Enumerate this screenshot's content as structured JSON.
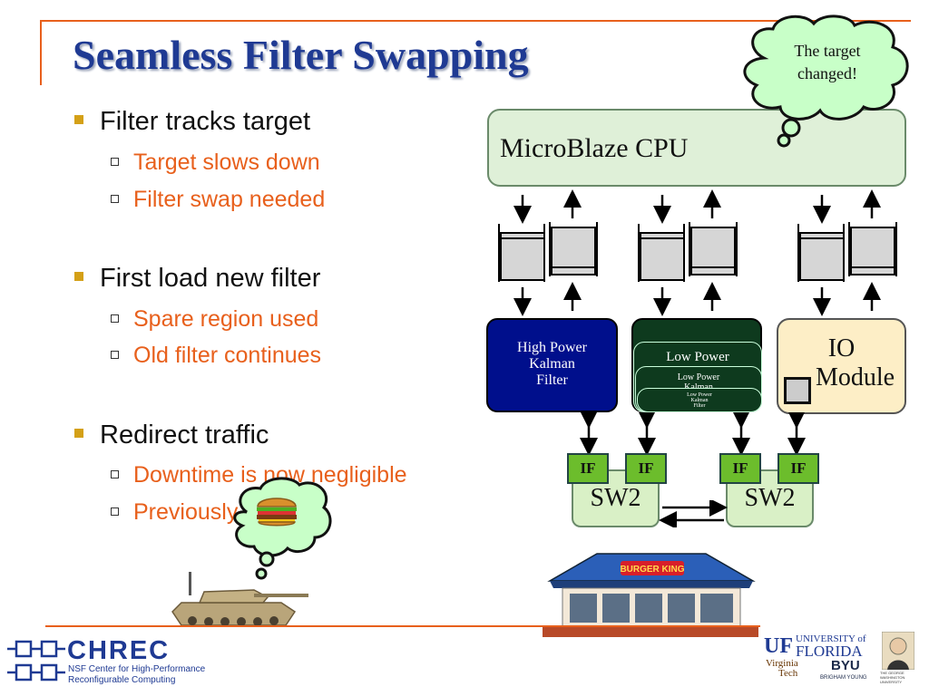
{
  "slide": {
    "title": "Seamless Filter Swapping",
    "bullets": [
      {
        "text": "Filter tracks target",
        "subs": [
          "Target slows down",
          "Filter swap needed"
        ]
      },
      {
        "text": "First load new filter",
        "subs": [
          "Spare region used",
          "Old filter continues"
        ]
      },
      {
        "text": "Redirect traffic",
        "subs": [
          "Downtime is now negligible",
          "Previously seconds"
        ]
      }
    ]
  },
  "diagram": {
    "cpu_label": "MicroBlaze CPU",
    "thought_bubble": [
      "The target",
      "changed!"
    ],
    "high_power_filter": [
      "High Power",
      "Kalman",
      "Filter"
    ],
    "low_power_filter_stack": [
      "Low Power",
      "Low Power",
      "Kalman",
      "Low Power",
      "Kalman",
      "Filter"
    ],
    "io_module": [
      "IO",
      "Module"
    ],
    "if_labels": [
      "IF",
      "IF",
      "IF",
      "IF"
    ],
    "switch_labels": [
      "SW2",
      "SW2"
    ],
    "restaurant_sign": "BURGER KING"
  },
  "footer": {
    "org_name": "CHREC",
    "org_subtitle": [
      "NSF Center for High-Performance",
      "Reconfigurable Computing"
    ],
    "uf_label": "UF",
    "uf_university": [
      "UNIVERSITY of",
      "FLORIDA"
    ],
    "vt_label": [
      "Virginia",
      "Tech"
    ],
    "byu_label": "BYU",
    "byu_sub": "BRIGHAM YOUNG",
    "gw_label": [
      "THE GEORGE",
      "WASHINGTON",
      "UNIVERSITY"
    ]
  },
  "colors": {
    "title": "#1f3a93",
    "accent_orange": "#e8601c",
    "bullet": "#d4a017",
    "high_power": "#000f8c",
    "low_power": "#0e3a1e",
    "if_green": "#6cbd2c"
  }
}
